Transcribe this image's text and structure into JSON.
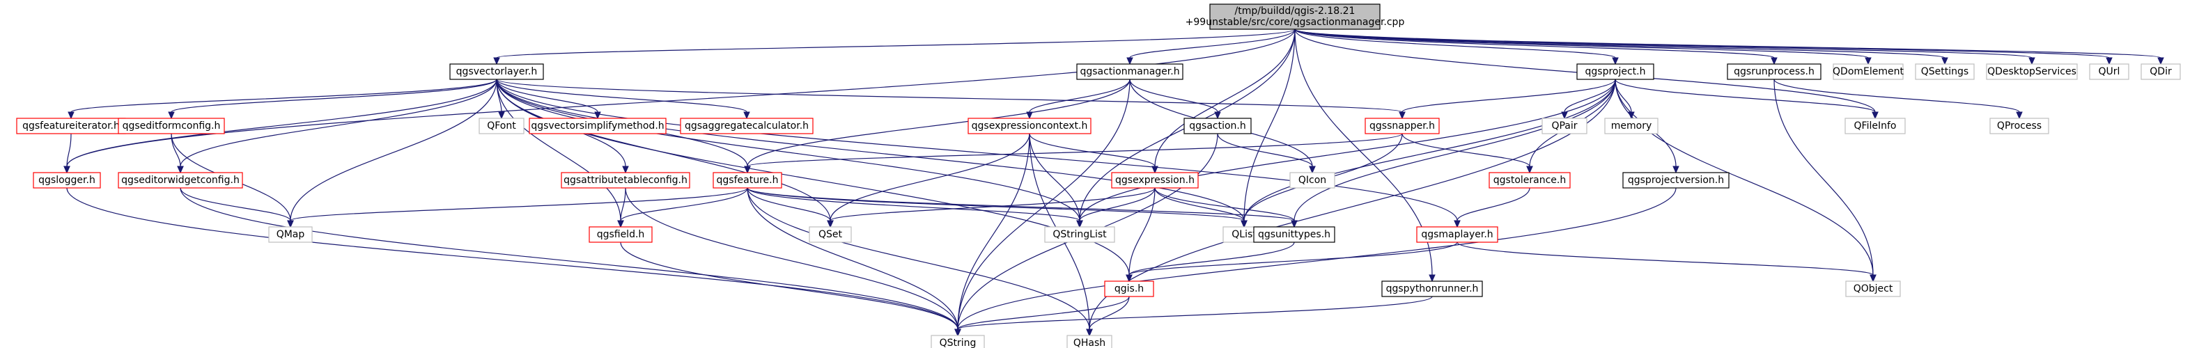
{
  "graph": {
    "root": "qgsactionmanager.cpp",
    "root_label_lines": [
      "/tmp/buildd/qgis-2.18.21",
      "+99unstable/src/core/qgsactionmanager.cpp"
    ],
    "colors": {
      "edge": "#191970",
      "root_fill": "#bfbfbf",
      "documented_border": "#000000",
      "undocumented_border": "#ff0000",
      "external_border": "#bfbfbf"
    },
    "nodes": [
      {
        "id": "qgsactionmanager.cpp",
        "kind": "root"
      },
      {
        "id": "qgsvectorlayer.h",
        "label": "qgsvectorlayer.h",
        "kind": "doc"
      },
      {
        "id": "qgsactionmanager.h",
        "label": "qgsactionmanager.h",
        "kind": "doc"
      },
      {
        "id": "qgsproject.h",
        "label": "qgsproject.h",
        "kind": "doc"
      },
      {
        "id": "qgsrunprocess.h",
        "label": "qgsrunprocess.h",
        "kind": "doc"
      },
      {
        "id": "QDomElement",
        "label": "QDomElement",
        "kind": "ext"
      },
      {
        "id": "QSettings",
        "label": "QSettings",
        "kind": "ext"
      },
      {
        "id": "QDesktopServices",
        "label": "QDesktopServices",
        "kind": "ext"
      },
      {
        "id": "QUrl",
        "label": "QUrl",
        "kind": "ext"
      },
      {
        "id": "QDir",
        "label": "QDir",
        "kind": "ext"
      },
      {
        "id": "qgsfeatureiterator.h",
        "label": "qgsfeatureiterator.h",
        "kind": "undoc"
      },
      {
        "id": "qgseditformconfig.h",
        "label": "qgseditformconfig.h",
        "kind": "undoc"
      },
      {
        "id": "QFont",
        "label": "QFont",
        "kind": "ext"
      },
      {
        "id": "qgsvectorsimplifymethod.h",
        "label": "qgsvectorsimplifymethod.h",
        "kind": "undoc"
      },
      {
        "id": "qgsaggregatecalculator.h",
        "label": "qgsaggregatecalculator.h",
        "kind": "undoc"
      },
      {
        "id": "qgsexpressioncontext.h",
        "label": "qgsexpressioncontext.h",
        "kind": "undoc"
      },
      {
        "id": "qgsaction.h",
        "label": "qgsaction.h",
        "kind": "doc"
      },
      {
        "id": "qgssnapper.h",
        "label": "qgssnapper.h",
        "kind": "undoc"
      },
      {
        "id": "QPair",
        "label": "QPair",
        "kind": "ext"
      },
      {
        "id": "memory",
        "label": "memory",
        "kind": "ext"
      },
      {
        "id": "QFileInfo",
        "label": "QFileInfo",
        "kind": "ext"
      },
      {
        "id": "QProcess",
        "label": "QProcess",
        "kind": "ext"
      },
      {
        "id": "qgslogger.h",
        "label": "qgslogger.h",
        "kind": "undoc"
      },
      {
        "id": "qgseditorwidgetconfig.h",
        "label": "qgseditorwidgetconfig.h",
        "kind": "undoc"
      },
      {
        "id": "qgsattributetableconfig.h",
        "label": "qgsattributetableconfig.h",
        "kind": "undoc"
      },
      {
        "id": "qgsfeature.h",
        "label": "qgsfeature.h",
        "kind": "undoc"
      },
      {
        "id": "qgsexpression.h",
        "label": "qgsexpression.h",
        "kind": "undoc"
      },
      {
        "id": "QIcon",
        "label": "QIcon",
        "kind": "ext"
      },
      {
        "id": "qgstolerance.h",
        "label": "qgstolerance.h",
        "kind": "undoc"
      },
      {
        "id": "qgsprojectversion.h",
        "label": "qgsprojectversion.h",
        "kind": "doc"
      },
      {
        "id": "QMap",
        "label": "QMap",
        "kind": "ext"
      },
      {
        "id": "qgsfield.h",
        "label": "qgsfield.h",
        "kind": "undoc"
      },
      {
        "id": "QSet",
        "label": "QSet",
        "kind": "ext"
      },
      {
        "id": "QStringList",
        "label": "QStringList",
        "kind": "ext"
      },
      {
        "id": "QList",
        "label": "QList",
        "kind": "ext"
      },
      {
        "id": "qgsunittypes.h",
        "label": "qgsunittypes.h",
        "kind": "doc"
      },
      {
        "id": "qgsmaplayer.h",
        "label": "qgsmaplayer.h",
        "kind": "undoc"
      },
      {
        "id": "qgis.h",
        "label": "qgis.h",
        "kind": "undoc"
      },
      {
        "id": "qgspythonrunner.h",
        "label": "qgspythonrunner.h",
        "kind": "doc"
      },
      {
        "id": "QObject",
        "label": "QObject",
        "kind": "ext"
      },
      {
        "id": "QString",
        "label": "QString",
        "kind": "ext"
      },
      {
        "id": "QHash",
        "label": "QHash",
        "kind": "ext"
      }
    ],
    "edges": [
      [
        "qgsactionmanager.cpp",
        "qgsvectorlayer.h"
      ],
      [
        "qgsactionmanager.cpp",
        "qgsactionmanager.h"
      ],
      [
        "qgsactionmanager.cpp",
        "qgsproject.h"
      ],
      [
        "qgsactionmanager.cpp",
        "qgsrunprocess.h"
      ],
      [
        "qgsactionmanager.cpp",
        "QDomElement"
      ],
      [
        "qgsactionmanager.cpp",
        "QSettings"
      ],
      [
        "qgsactionmanager.cpp",
        "QDesktopServices"
      ],
      [
        "qgsactionmanager.cpp",
        "QUrl"
      ],
      [
        "qgsactionmanager.cpp",
        "QDir"
      ],
      [
        "qgsactionmanager.cpp",
        "QFileInfo"
      ],
      [
        "qgsactionmanager.cpp",
        "qgslogger.h"
      ],
      [
        "qgsactionmanager.cpp",
        "qgsexpression.h"
      ],
      [
        "qgsactionmanager.cpp",
        "qgspythonrunner.h"
      ],
      [
        "qgsactionmanager.cpp",
        "QList"
      ],
      [
        "qgsactionmanager.cpp",
        "QStringList"
      ],
      [
        "qgsvectorlayer.h",
        "qgsfeatureiterator.h"
      ],
      [
        "qgsvectorlayer.h",
        "qgseditformconfig.h"
      ],
      [
        "qgsvectorlayer.h",
        "QFont"
      ],
      [
        "qgsvectorlayer.h",
        "qgsvectorsimplifymethod.h"
      ],
      [
        "qgsvectorlayer.h",
        "qgsaggregatecalculator.h"
      ],
      [
        "qgsvectorlayer.h",
        "qgssnapper.h"
      ],
      [
        "qgsvectorlayer.h",
        "qgseditorwidgetconfig.h"
      ],
      [
        "qgsvectorlayer.h",
        "qgsattributetableconfig.h"
      ],
      [
        "qgsvectorlayer.h",
        "qgsfeature.h"
      ],
      [
        "qgsvectorlayer.h",
        "QMap"
      ],
      [
        "qgsvectorlayer.h",
        "QSet"
      ],
      [
        "qgsvectorlayer.h",
        "QList"
      ],
      [
        "qgsvectorlayer.h",
        "QStringList"
      ],
      [
        "qgsvectorlayer.h",
        "qgsfield.h"
      ],
      [
        "qgsvectorlayer.h",
        "qgsmaplayer.h"
      ],
      [
        "qgsvectorlayer.h",
        "qgis.h"
      ],
      [
        "qgsvectorlayer.h",
        "qgslogger.h"
      ],
      [
        "qgsactionmanager.h",
        "qgsexpressioncontext.h"
      ],
      [
        "qgsactionmanager.h",
        "qgsaction.h"
      ],
      [
        "qgsactionmanager.h",
        "qgsfeature.h"
      ],
      [
        "qgsactionmanager.h",
        "QIcon"
      ],
      [
        "qgsactionmanager.h",
        "QString"
      ],
      [
        "qgsproject.h",
        "qgssnapper.h"
      ],
      [
        "qgsproject.h",
        "QPair"
      ],
      [
        "qgsproject.h",
        "memory"
      ],
      [
        "qgsproject.h",
        "QFileInfo"
      ],
      [
        "qgsproject.h",
        "qgstolerance.h"
      ],
      [
        "qgsproject.h",
        "qgsprojectversion.h"
      ],
      [
        "qgsproject.h",
        "QStringList"
      ],
      [
        "qgsproject.h",
        "QList"
      ],
      [
        "qgsproject.h",
        "qgsunittypes.h"
      ],
      [
        "qgsproject.h",
        "QObject"
      ],
      [
        "qgsproject.h",
        "QHash"
      ],
      [
        "qgsrunprocess.h",
        "QProcess"
      ],
      [
        "qgsrunprocess.h",
        "QObject"
      ],
      [
        "qgsfeatureiterator.h",
        "qgslogger.h"
      ],
      [
        "qgseditformconfig.h",
        "qgseditorwidgetconfig.h"
      ],
      [
        "qgseditformconfig.h",
        "QMap"
      ],
      [
        "qgsexpressioncontext.h",
        "qgsexpression.h"
      ],
      [
        "qgsexpressioncontext.h",
        "QSet"
      ],
      [
        "qgsexpressioncontext.h",
        "QStringList"
      ],
      [
        "qgsexpressioncontext.h",
        "QString"
      ],
      [
        "qgsexpressioncontext.h",
        "QHash"
      ],
      [
        "qgsaction.h",
        "QIcon"
      ],
      [
        "qgsaction.h",
        "QString"
      ],
      [
        "qgssnapper.h",
        "qgsfeature.h"
      ],
      [
        "qgssnapper.h",
        "qgstolerance.h"
      ],
      [
        "qgssnapper.h",
        "QList"
      ],
      [
        "qgslogger.h",
        "QString"
      ],
      [
        "qgseditorwidgetconfig.h",
        "QMap"
      ],
      [
        "qgseditorwidgetconfig.h",
        "QString"
      ],
      [
        "qgsattributetableconfig.h",
        "qgsfield.h"
      ],
      [
        "qgsattributetableconfig.h",
        "QString"
      ],
      [
        "qgsfeature.h",
        "QMap"
      ],
      [
        "qgsfeature.h",
        "qgsfield.h"
      ],
      [
        "qgsfeature.h",
        "QSet"
      ],
      [
        "qgsfeature.h",
        "QStringList"
      ],
      [
        "qgsfeature.h",
        "QList"
      ],
      [
        "qgsfeature.h",
        "QString"
      ],
      [
        "qgsfeature.h",
        "QHash"
      ],
      [
        "qgsfeature.h",
        "qgsunittypes.h"
      ],
      [
        "qgsexpression.h",
        "QSet"
      ],
      [
        "qgsexpression.h",
        "QStringList"
      ],
      [
        "qgsexpression.h",
        "QList"
      ],
      [
        "qgsexpression.h",
        "qgsunittypes.h"
      ],
      [
        "qgsexpression.h",
        "qgis.h"
      ],
      [
        "qgstolerance.h",
        "qgsmaplayer.h"
      ],
      [
        "qgsprojectversion.h",
        "QString"
      ],
      [
        "qgsfield.h",
        "QString"
      ],
      [
        "qgsunittypes.h",
        "qgis.h"
      ],
      [
        "qgsmaplayer.h",
        "qgis.h"
      ],
      [
        "qgsmaplayer.h",
        "QObject"
      ],
      [
        "qgis.h",
        "QString"
      ],
      [
        "qgis.h",
        "QHash"
      ],
      [
        "qgspythonrunner.h",
        "QString"
      ]
    ]
  }
}
